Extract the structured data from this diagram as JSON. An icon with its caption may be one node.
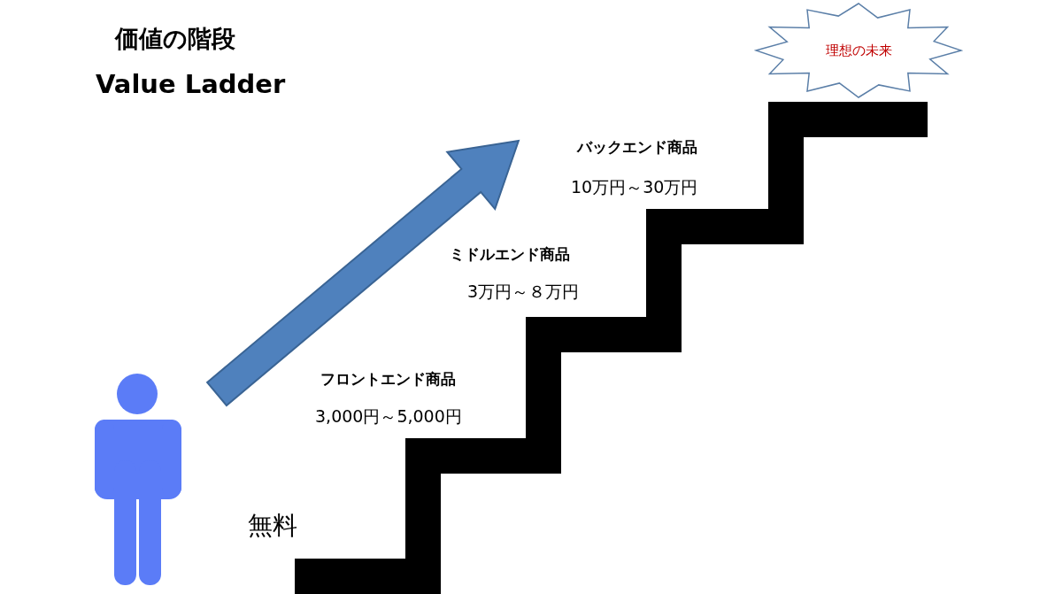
{
  "diagram": {
    "title": "価値の階段",
    "nodes": [
      {
        "text": [
          "理想の未来"
        ]
      }
    ],
    "labels": [
      "Value Ladder",
      "バックエンド商品",
      "10万円～30万円",
      "ミドルエンド商品",
      "3万円～８万円",
      "フロントエンド商品",
      "3,000円～5,000円",
      "無料"
    ]
  }
}
